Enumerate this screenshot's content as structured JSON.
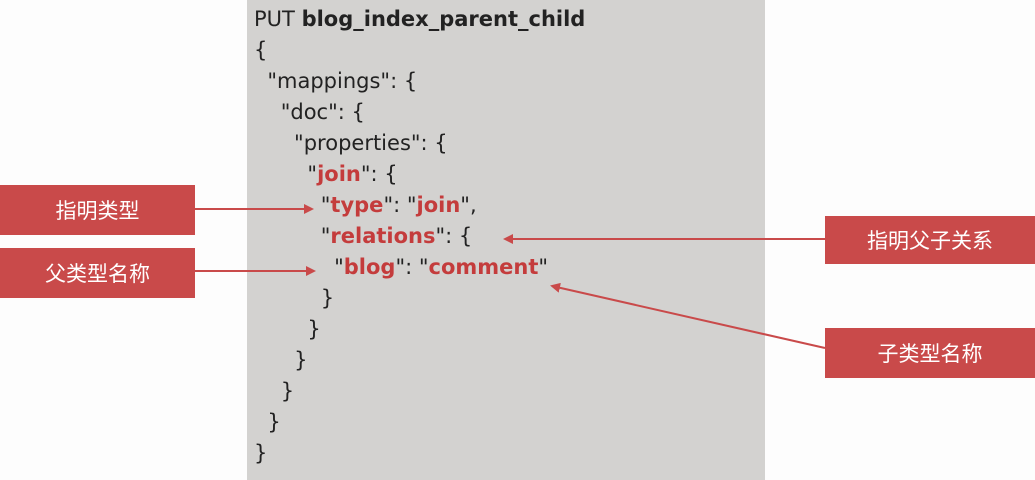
{
  "code": {
    "method": "PUT",
    "index": "blog_index_parent_child",
    "lines": {
      "open_root": "{",
      "mappings_key": "mappings",
      "doc_key": "doc",
      "properties_key": "properties",
      "join_key": "join",
      "type_key": "type",
      "type_value": "join",
      "relations_key": "relations",
      "parent_name": "blog",
      "child_name": "comment",
      "close": "}"
    }
  },
  "callouts": {
    "specify_type": "指明类型",
    "parent_type_name": "父类型名称",
    "specify_relation": "指明父子关系",
    "child_type_name": "子类型名称"
  },
  "colors": {
    "accent": "#c94a4a",
    "highlight_text": "#c43c3c",
    "panel": "#d3d2d0"
  }
}
